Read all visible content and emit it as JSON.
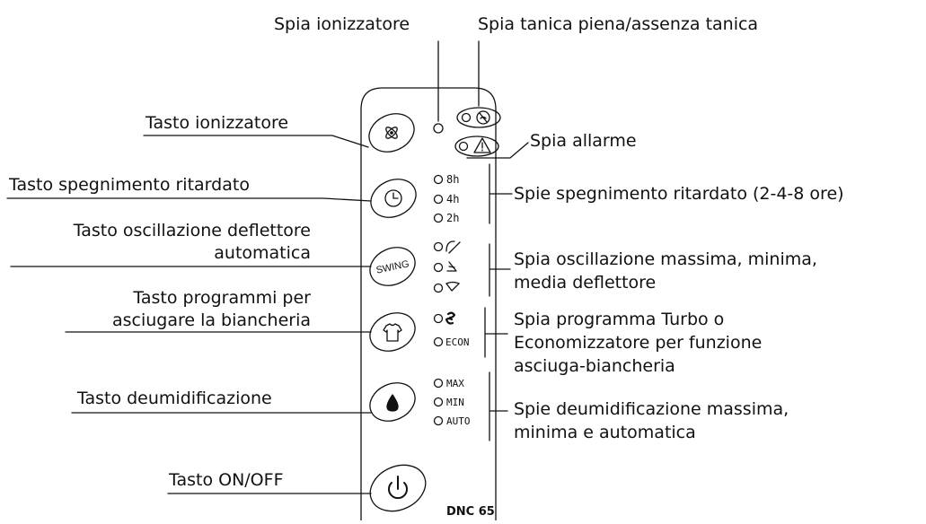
{
  "labels": {
    "spia_ionizzatore": "Spia ionizzatore",
    "spia_tanica": "Spia tanica piena/assenza tanica",
    "tasto_ionizzatore": "Tasto ionizzatore",
    "spia_allarme": "Spia allarme",
    "tasto_spegnimento": "Tasto spegnimento ritardato",
    "spie_spegnimento": "Spie spegnimento ritardato (2-4-8 ore)",
    "tasto_oscillazione_1": "Tasto oscillazione deflettore",
    "tasto_oscillazione_2": "automatica",
    "spia_oscillazione_1": "Spia oscillazione massima, minima,",
    "spia_oscillazione_2": "media deflettore",
    "tasto_programmi_1": "Tasto programmi per",
    "tasto_programmi_2": "asciugare la biancheria",
    "spia_programma_1": "Spia programma Turbo o",
    "spia_programma_2": "Economizzatore per funzione",
    "spia_programma_3": "asciuga-biancheria",
    "tasto_deumidificazione": "Tasto deumidificazione",
    "spie_deumidificazione_1": "Spie deumidificazione massima,",
    "spie_deumidificazione_2": "minima e automatica",
    "tasto_onoff": "Tasto ON/OFF"
  },
  "panel": {
    "timer": [
      "8h",
      "4h",
      "2h"
    ],
    "swing_button": "SWING",
    "econ": "ECON",
    "dehum": [
      "MAX",
      "MIN",
      "AUTO"
    ],
    "model": "DNC 65"
  },
  "icons": {
    "ionizer_button": "ionizer-icon",
    "timer_button": "clock-icon",
    "swing_button": "swing-icon",
    "laundry_button": "shirt-icon",
    "dehum_button": "water-drop-icon",
    "power_button": "power-icon",
    "tank_led": "tank-icon",
    "alarm_led": "warning-triangle-icon",
    "turbo_led": "turbo-swirl-icon"
  }
}
